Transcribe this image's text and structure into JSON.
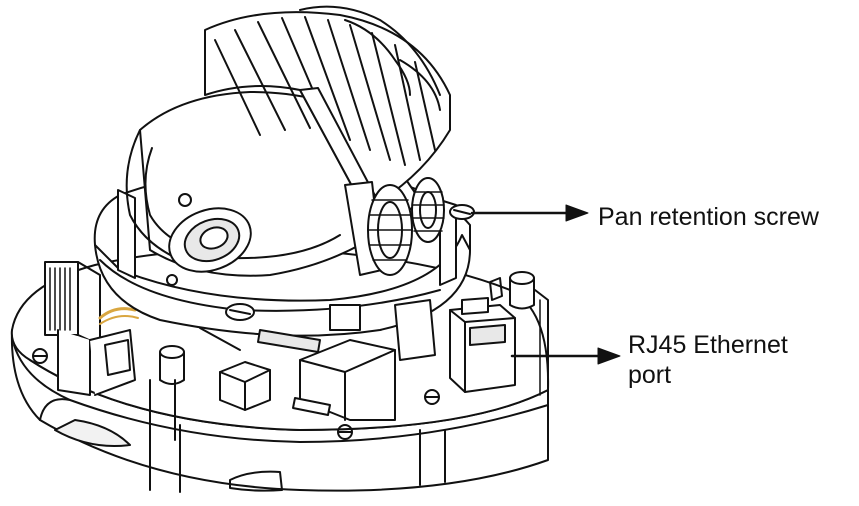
{
  "callouts": [
    {
      "id": "pan",
      "text": "Pan retention screw"
    },
    {
      "id": "rj45",
      "lines": [
        "RJ45 Ethernet",
        "port"
      ]
    }
  ],
  "colors": {
    "line": "#111111",
    "background": "#ffffff",
    "cable_accent": "#d9a640",
    "shading": "#e8e8e8"
  },
  "icons": [
    "dome-camera-illustration",
    "arrow-right-icon"
  ]
}
